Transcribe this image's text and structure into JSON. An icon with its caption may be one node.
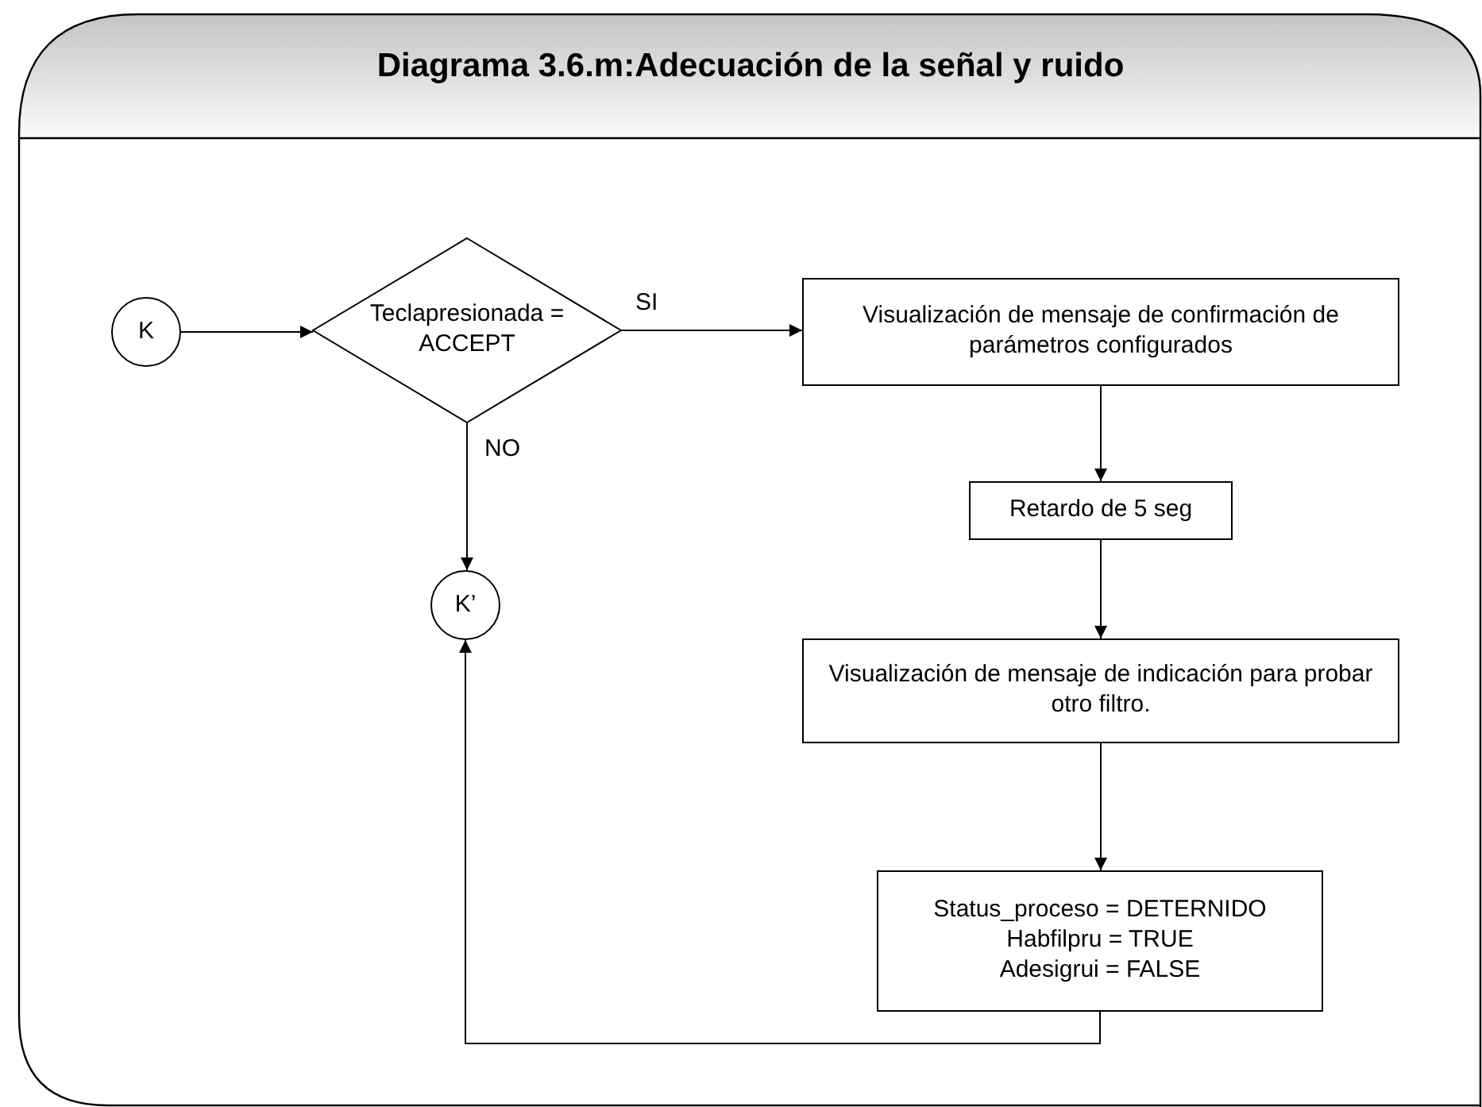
{
  "diagram": {
    "title": "Diagrama 3.6.m:Adecuación de la señal y ruido",
    "nodes": [
      {
        "text": [
          "K"
        ]
      },
      {
        "text": [
          "Teclapresionada = ACCEPT"
        ]
      },
      {
        "text": [
          "K’"
        ]
      },
      {
        "text": [
          "Visualización de mensaje de confirmación de parámetros configurados"
        ]
      },
      {
        "text": [
          "Retardo de 5 seg"
        ]
      },
      {
        "text": [
          "Visualización de mensaje de indicación para probar otro filtro."
        ]
      },
      {
        "text": [
          "Status_proceso = DETERNIDO",
          "Habfilpru = TRUE",
          "Adesigrui = FALSE"
        ]
      }
    ],
    "edges": [
      {
        "from": 0,
        "to": 1,
        "arrow": "to"
      },
      {
        "from": 1,
        "to": 3,
        "arrow": "to",
        "label": "SI"
      },
      {
        "from": 1,
        "to": 2,
        "arrow": "to",
        "label": "NO"
      },
      {
        "from": 3,
        "to": 4,
        "arrow": "to"
      },
      {
        "from": 4,
        "to": 5,
        "arrow": "to"
      },
      {
        "from": 5,
        "to": 6,
        "arrow": "to"
      },
      {
        "from": 6,
        "to": 2,
        "arrow": "to"
      }
    ]
  }
}
